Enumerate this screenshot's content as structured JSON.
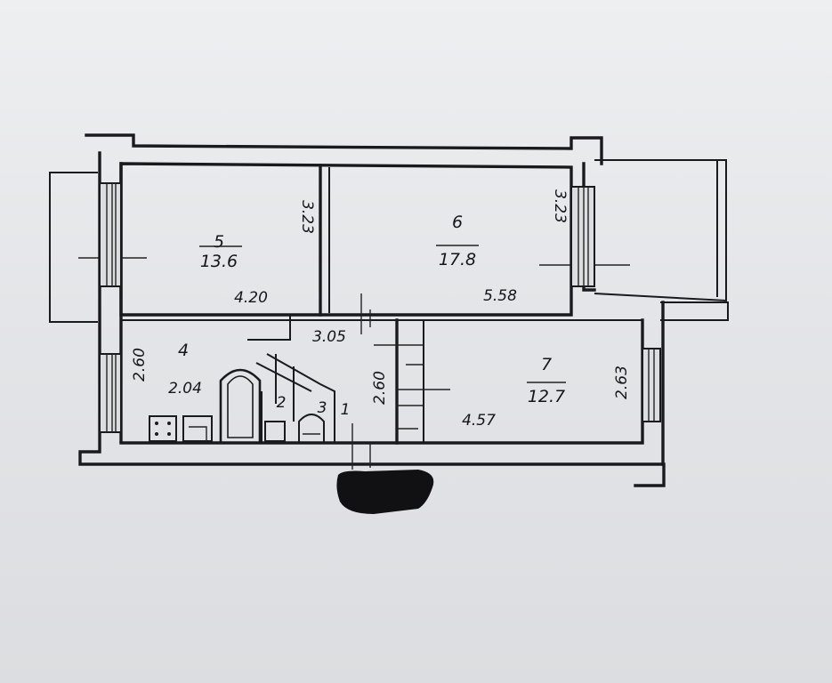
{
  "rooms": [
    {
      "number": "5",
      "area": "13.6"
    },
    {
      "number": "6",
      "area": "17.8"
    },
    {
      "number": "7",
      "area": "12.7"
    },
    {
      "number": "4",
      "area": "2.04"
    },
    {
      "number": "2",
      "area": ""
    },
    {
      "number": "3",
      "area": ""
    },
    {
      "number": "1",
      "area": ""
    }
  ],
  "dimensions": [
    "3.23",
    "4.20",
    "5.58",
    "3.23",
    "2.60",
    "3.05",
    "2.60",
    "4.57",
    "2.63"
  ]
}
